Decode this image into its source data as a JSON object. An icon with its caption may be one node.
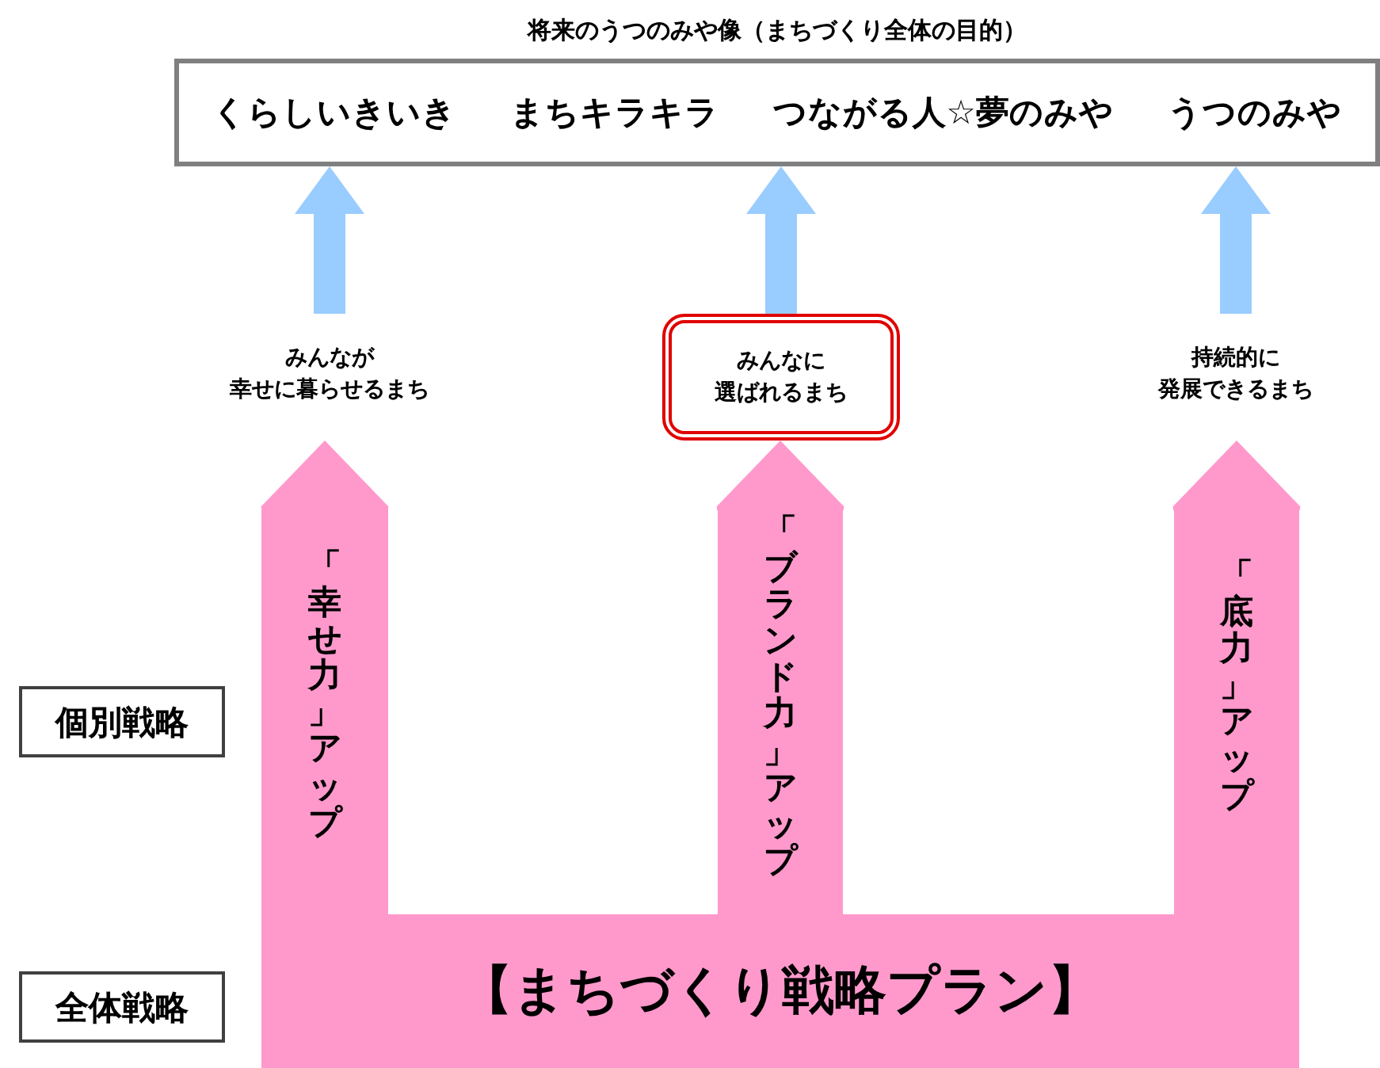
{
  "diagram": {
    "nodes": [
      {
        "text": [
          "将来のうつのみや像（まちづくり全体の目的）",
          "くらしいきいき",
          "まちキラキラ",
          "つながる人☆夢のみや",
          "うつのみや"
        ]
      },
      {
        "text": [
          "みんなが幸せに暮らせるまち"
        ]
      },
      {
        "text": [
          "みんなに選ばれるまち"
        ]
      },
      {
        "text": [
          "持続的に発展できるまち"
        ]
      },
      {
        "text": [
          "「幸せ力」アップ"
        ]
      },
      {
        "text": [
          "「ブランド力」アップ"
        ]
      },
      {
        "text": [
          "「底力」アップ"
        ]
      },
      {
        "text": [
          "個別戦略"
        ]
      },
      {
        "text": [
          "全体戦略"
        ]
      },
      {
        "text": [
          "【まちづくり戦略プラン】"
        ]
      }
    ],
    "edges": [
      {
        "from": 1,
        "to": 0,
        "arrow": "to",
        "color": "#99ccff"
      },
      {
        "from": 2,
        "to": 0,
        "arrow": "to",
        "color": "#99ccff"
      },
      {
        "from": 3,
        "to": 0,
        "arrow": "to",
        "color": "#99ccff"
      },
      {
        "from": 4,
        "to": 1,
        "arrow": "to",
        "style": "thick",
        "color": "#ff99cc"
      },
      {
        "from": 5,
        "to": 2,
        "arrow": "to",
        "style": "thick",
        "color": "#ff99cc"
      },
      {
        "from": 6,
        "to": 3,
        "arrow": "to",
        "style": "thick",
        "color": "#ff99cc"
      }
    ]
  }
}
